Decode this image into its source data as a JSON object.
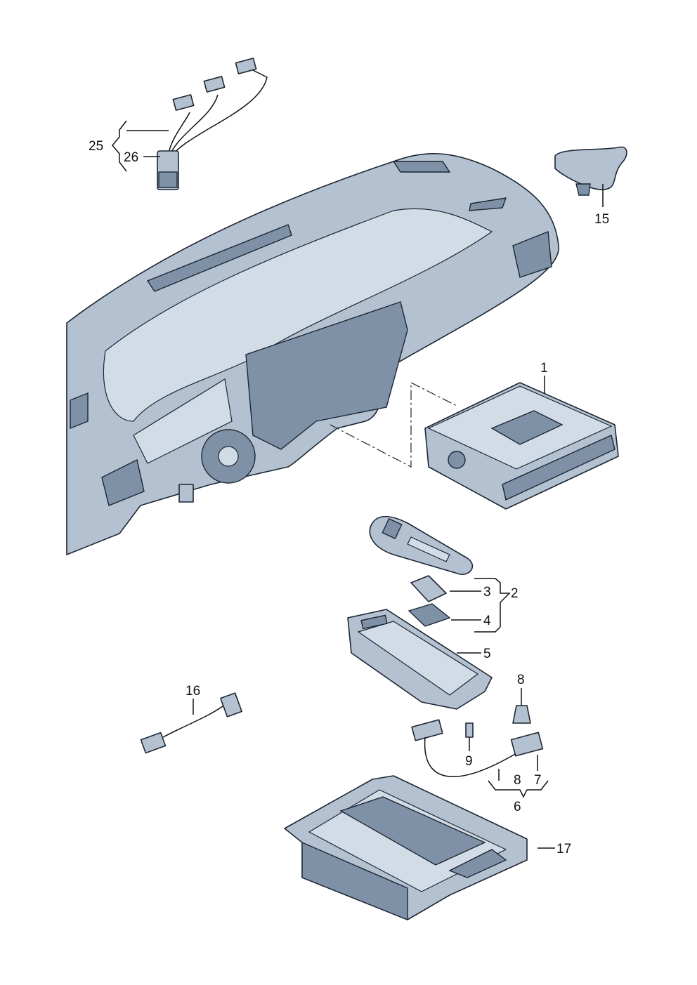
{
  "diagram": {
    "callouts": {
      "c25": "25",
      "c26": "26",
      "c15": "15",
      "c1": "1",
      "c2": "2",
      "c3": "3",
      "c4": "4",
      "c5": "5",
      "c8a": "8",
      "c9": "9",
      "c16": "16",
      "c8b": "8",
      "c7": "7",
      "c6": "6",
      "c17": "17"
    }
  },
  "colors": {
    "part_fill": "#b3c1d1",
    "outline": "#1d2633"
  }
}
